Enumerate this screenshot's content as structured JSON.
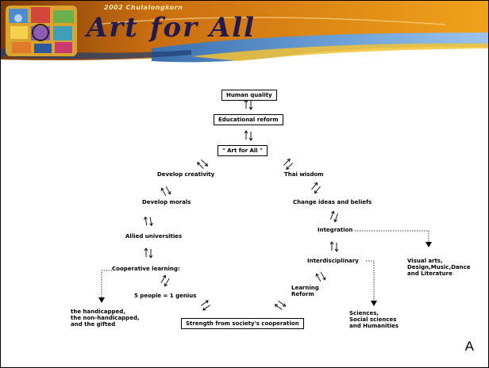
{
  "banner": {
    "subtitle": "2002 Chulalongkorn",
    "title": "Art for All"
  },
  "diagram": {
    "human_quality": "Human quality",
    "educational_reform": "Educational reform",
    "art_for_all": "\" Art for All \"",
    "develop_creativity": "Develop creativity",
    "develop_morals": "Develop morals",
    "allied_universities": "Allied universities",
    "cooperative_learning": "Cooperative learning:",
    "five_people_genius": "5 people = 1 genius",
    "strength": "Strength from society's cooperation",
    "thai_wisdom": "Thai wisdom",
    "change_ideas": "Change ideas and beliefs",
    "integration": "Integration",
    "interdisciplinary": "Interdisciplinary",
    "learning_reform_1": "Learning",
    "learning_reform_2": "Reform",
    "handicapped_1": "the handicapped,",
    "handicapped_2": "the non-handicapped,",
    "handicapped_3": "and the gifted",
    "sciences_1": "Sciences,",
    "sciences_2": "Social sciences",
    "sciences_3": "and Humanities",
    "visual_1": "Visual arts,",
    "visual_2": "Design,Music,Dance",
    "visual_3": "and Literature"
  },
  "corner_label": "A",
  "colors": {
    "banner_top": "#c06f10",
    "banner_sky": "#2b6fb6",
    "banner_gold": "#f5b51f"
  }
}
